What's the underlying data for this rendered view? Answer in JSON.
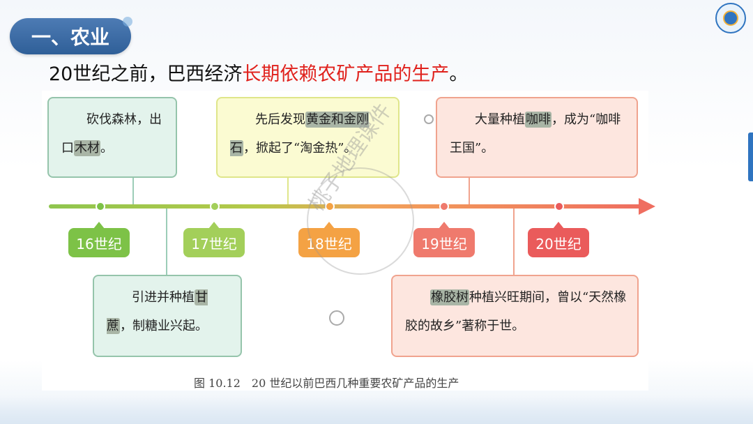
{
  "section_title": "一、农业",
  "headline": {
    "prefix": "20世纪之前，巴西经济",
    "highlight": "长期依赖农矿产品的生产",
    "suffix": "。"
  },
  "timeline": {
    "centuries": [
      "16世纪",
      "17世纪",
      "18世纪",
      "19世纪",
      "20世纪"
    ],
    "colors": {
      "green": "#7dc247",
      "lightgreen": "#a3cf5a",
      "orange": "#f4a244",
      "salmon": "#ef7a6d",
      "red": "#ea5b5b"
    }
  },
  "boxes": {
    "box1": {
      "pre": "砍伐森林，出口",
      "hl": "木材",
      "post": "。"
    },
    "box2": {
      "pre": "引进并种植",
      "hl": "甘蔗",
      "post": "，制糖业兴起。"
    },
    "box3": {
      "pre": "先后发现",
      "hl": "黄金和金刚石",
      "post": "，掀起了“淘金热”。"
    },
    "box4": {
      "pre": "大量种植",
      "hl": "咖啡",
      "post": "，成为“咖啡王国”。"
    },
    "box5": {
      "pre": "",
      "hl": "橡胶树",
      "post": "种植兴旺期间，曾以“天然橡胶的故乡”著称于世。"
    }
  },
  "caption": "图 10.12　20 世纪以前巴西几种重要农矿产品的生产",
  "watermark": "桃子地理课件"
}
